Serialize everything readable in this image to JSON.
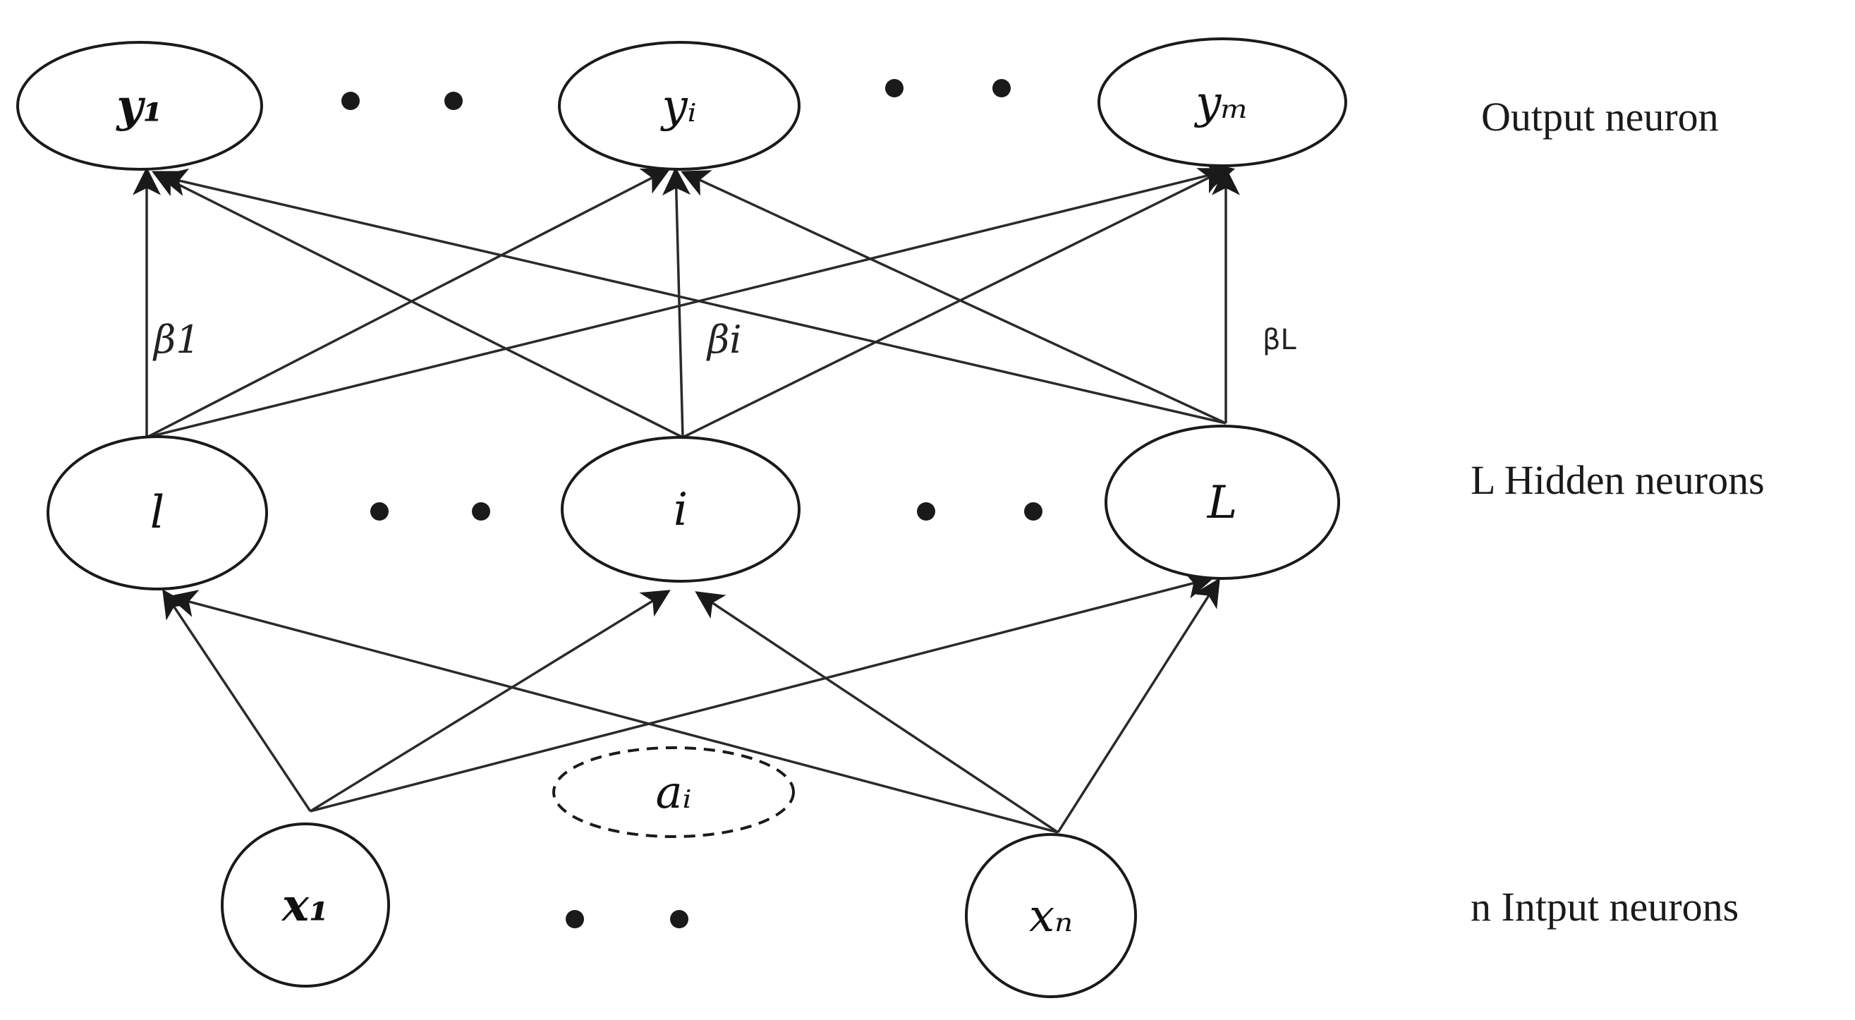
{
  "layers": {
    "output_label": "Output neuron",
    "hidden_label": "L Hidden neurons",
    "input_label": "n Intput neurons"
  },
  "output_nodes": [
    {
      "id": "y1",
      "label": "y₁"
    },
    {
      "id": "yi",
      "label": "yᵢ"
    },
    {
      "id": "ym",
      "label": "yₘ"
    }
  ],
  "hidden_nodes": [
    {
      "id": "h1",
      "label": "l"
    },
    {
      "id": "hi",
      "label": "i"
    },
    {
      "id": "hL",
      "label": "L"
    }
  ],
  "input_nodes": [
    {
      "id": "x1",
      "label": "x₁"
    },
    {
      "id": "xn",
      "label": "xₙ"
    }
  ],
  "bias_node": {
    "label": "aᵢ"
  },
  "weights": {
    "beta_1": "β1",
    "beta_i": "βi",
    "beta_L": "βL"
  },
  "colors": {
    "stroke": "#1a1a1a",
    "background": "#ffffff"
  }
}
